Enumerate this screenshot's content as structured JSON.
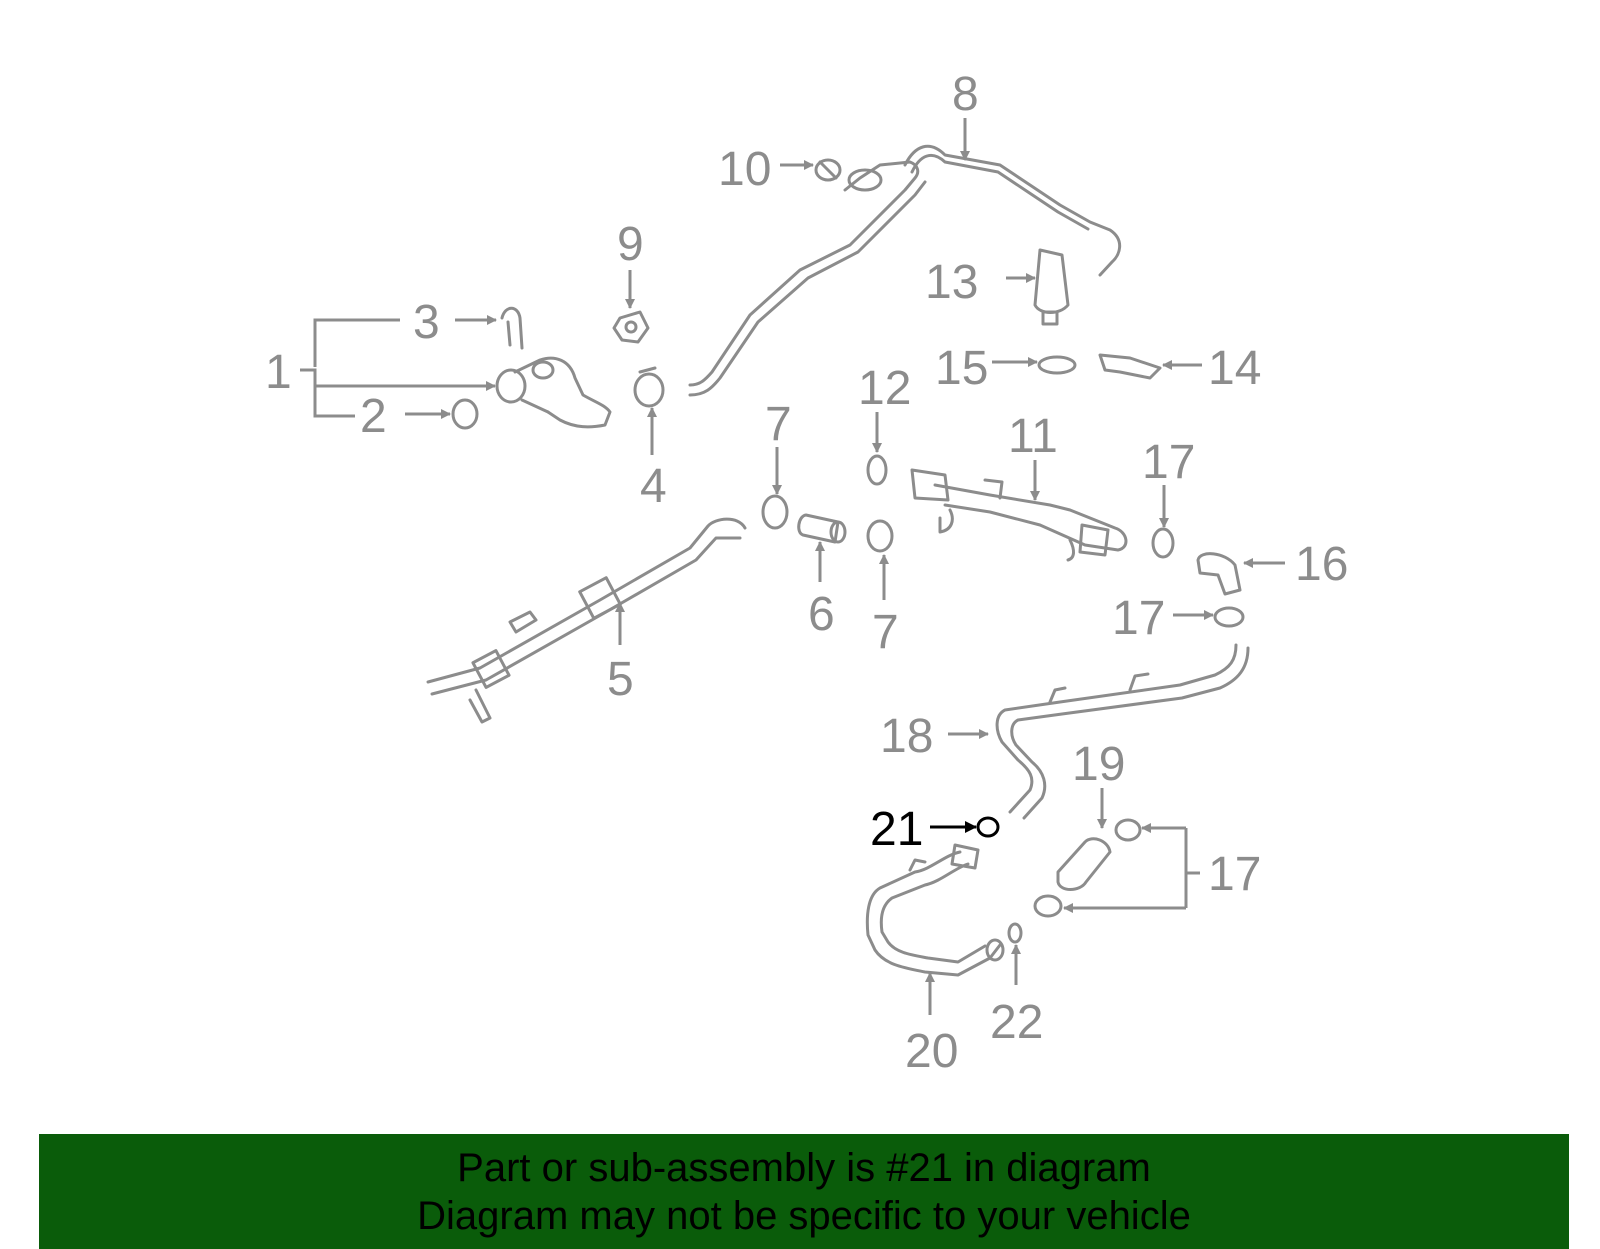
{
  "diagram": {
    "highlight_part": "21",
    "colors": {
      "line": "#8c8c8c",
      "highlight": "#000000",
      "banner_bg": "#0a5c0a"
    },
    "callouts": {
      "c1": "1",
      "c2": "2",
      "c3": "3",
      "c4": "4",
      "c5": "5",
      "c6": "6",
      "c7a": "7",
      "c7b": "7",
      "c8": "8",
      "c9": "9",
      "c10": "10",
      "c11": "11",
      "c12": "12",
      "c13": "13",
      "c14": "14",
      "c15": "15",
      "c16": "16",
      "c17a": "17",
      "c17b": "17",
      "c17c": "17",
      "c18": "18",
      "c19": "19",
      "c20": "20",
      "c21": "21",
      "c22": "22"
    }
  },
  "banner": {
    "line1": "Part or sub-assembly is #21 in diagram",
    "line2": "Diagram may not be specific to your vehicle"
  }
}
